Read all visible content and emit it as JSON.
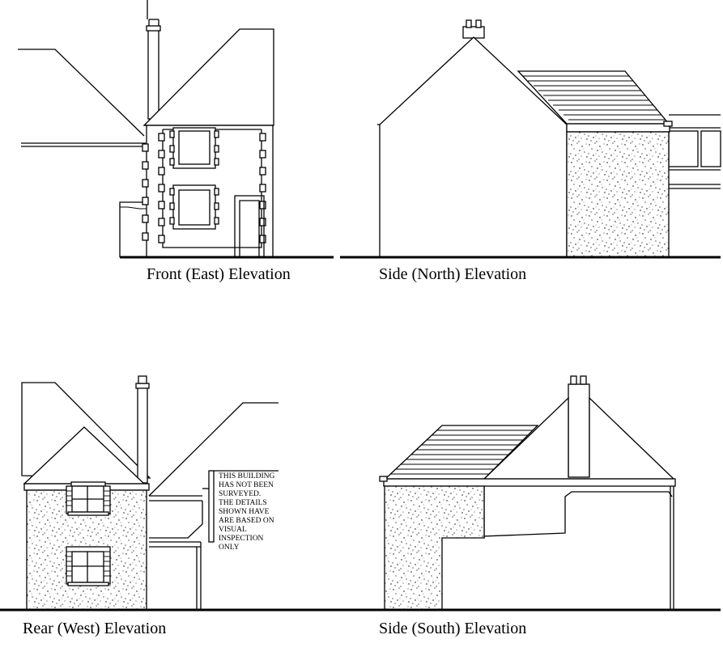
{
  "captions": {
    "front": "Front (East) Elevation",
    "north": "Side (North) Elevation",
    "rear": "Rear (West) Elevation",
    "south": "Side (South) Elevation"
  },
  "note": {
    "lines": [
      "THIS BUILDING",
      "HAS NOT BEEN",
      "SURVEYED.",
      "THE DETAILS",
      "SHOWN HAVE",
      "ARE BASED ON",
      "VISUAL",
      "INSPECTION",
      "ONLY"
    ]
  }
}
